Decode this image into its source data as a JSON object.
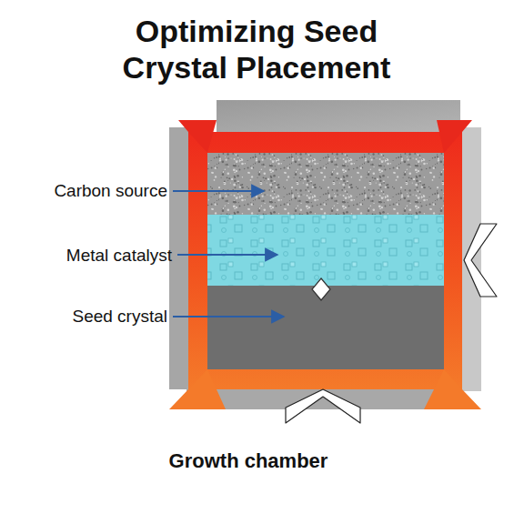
{
  "diagram": {
    "title": "Optimizing Seed Crystal Placement",
    "caption": "Growth chamber",
    "labels": [
      "Carbon source",
      "Metal catalyst",
      "Seed crystal"
    ]
  }
}
